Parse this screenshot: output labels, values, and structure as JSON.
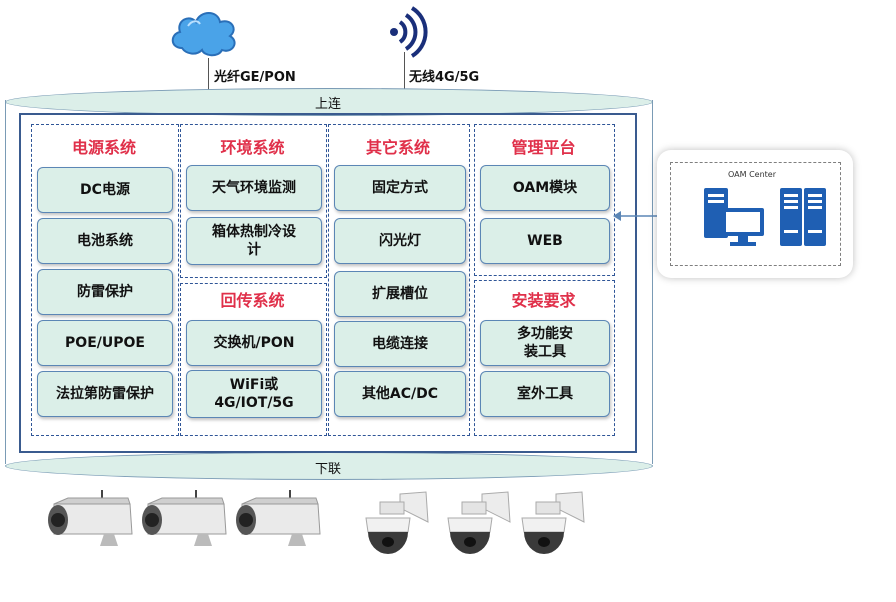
{
  "uplinks": {
    "fiber": "光纤GE/PON",
    "wireless": "无线4G/5G"
  },
  "cylinder": {
    "top": "上连",
    "bottom": "下联"
  },
  "groups": {
    "power": {
      "title": "电源系统",
      "items": [
        "DC电源",
        "电池系统",
        "防雷保护",
        "POE/UPOE",
        "法拉第防雷保护"
      ]
    },
    "env": {
      "title": "环境系统",
      "items": [
        "天气环境监测",
        "箱体热制冷设计"
      ]
    },
    "backhaul": {
      "title": "回传系统",
      "items": [
        "交换机/PON",
        "WiFi或4G/IOT/5G"
      ]
    },
    "other": {
      "title": "其它系统",
      "items": [
        "固定方式",
        "闪光灯",
        "扩展槽位",
        "电缆连接",
        "其他AC/DC"
      ]
    },
    "mgmt": {
      "title": "管理平台",
      "items": [
        "OAM模块",
        "WEB"
      ]
    },
    "install": {
      "title": "安装要求",
      "items": [
        "多功能安装工具",
        "室外工具"
      ]
    }
  },
  "oam": {
    "title": "OAM Center"
  },
  "icons": {
    "cloud": "cloud-icon",
    "wireless": "wireless-signal-icon",
    "workstation": "workstation-icon",
    "server": "server-icon",
    "bullet_camera": "bullet-camera-icon",
    "dome_camera": "dome-camera-icon"
  },
  "colors": {
    "heading": "#e0304a",
    "card_fill": "#dbefe8",
    "frame": "#3a5b8f",
    "icon_blue": "#1f5fb3"
  }
}
